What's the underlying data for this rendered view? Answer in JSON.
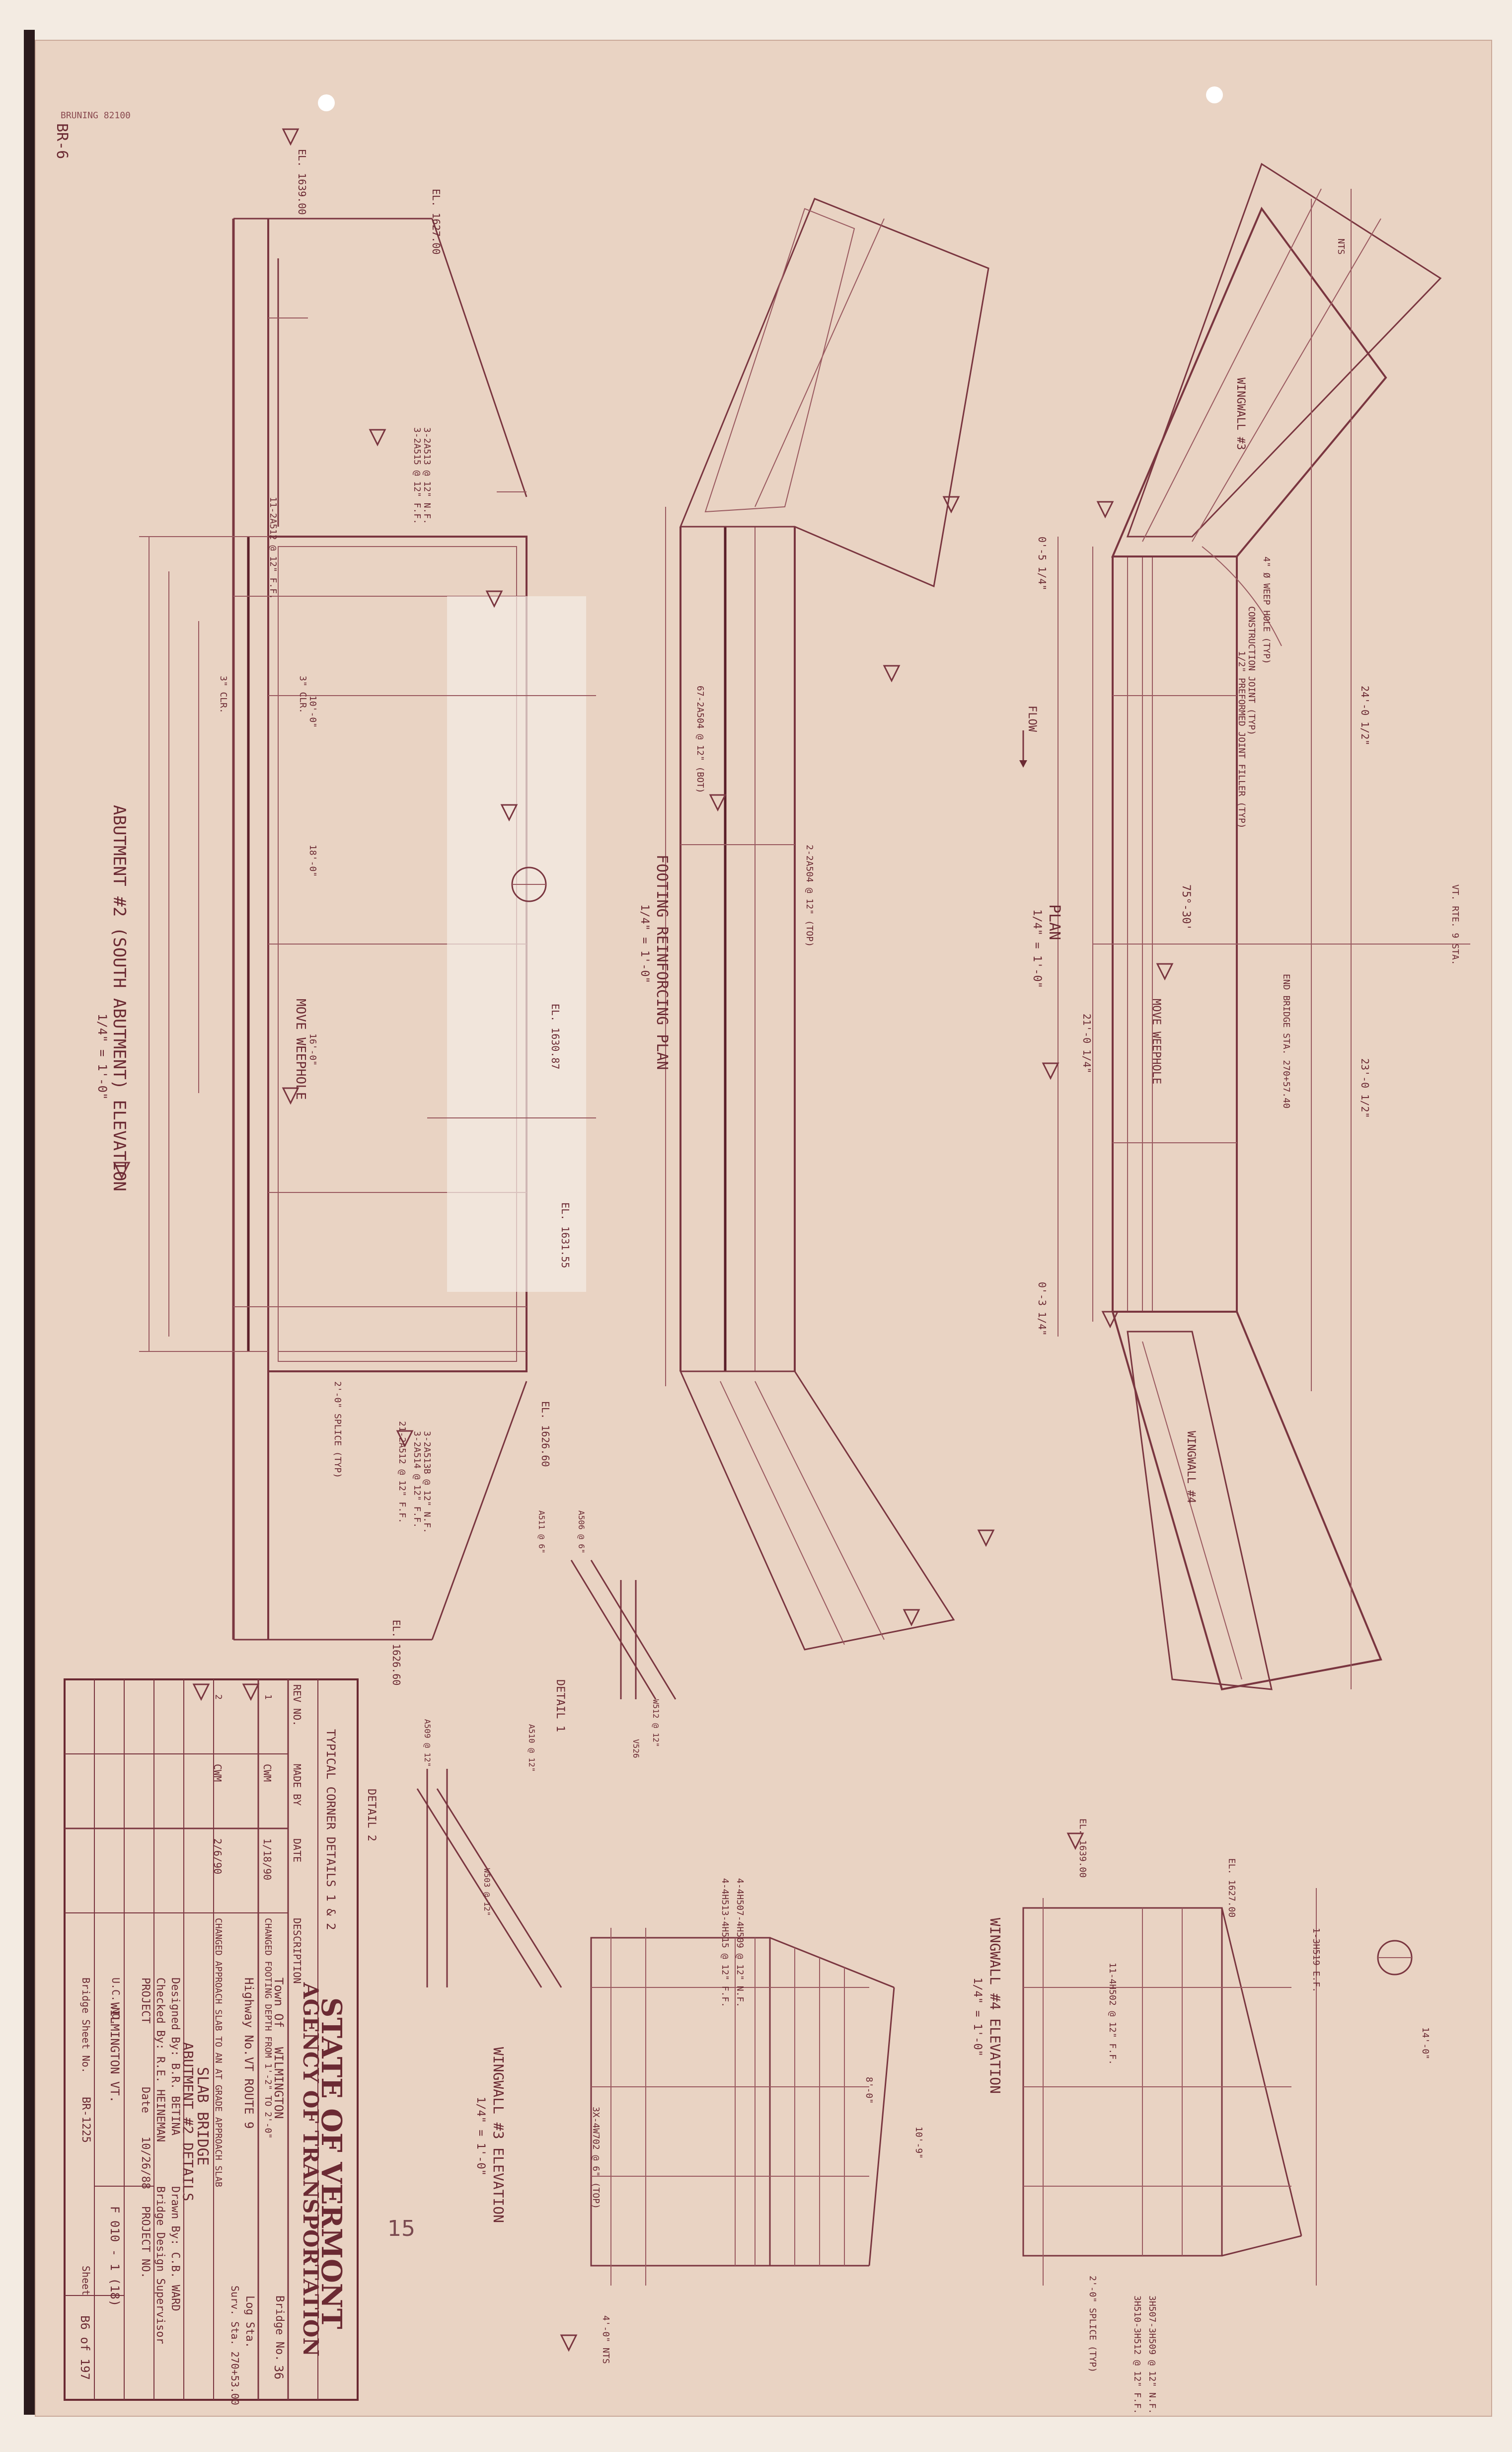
{
  "sheet_tag": "BR-6",
  "bruning_mark": "BRUNING 82100",
  "page_mark": "15",
  "title_block": {
    "state": "STATE OF VERMONT",
    "agency": "AGENCY OF TRANSPORTATION",
    "town_label": "Town Of",
    "town": "WILMINGTON",
    "bridge_no_label": "Bridge No.",
    "bridge_no": "36",
    "highway_label": "Highway No.",
    "highway": "VT ROUTE 9",
    "log_sta_label": "Log Sta.",
    "surv_sta": "Surv. Sta. 270+53.00",
    "structure": "SLAB BRIDGE",
    "sheet_title": "ABUTMENT #2 DETAILS",
    "designed_by": "Designed By: B.R. BETINA",
    "drawn_by": "Drawn By: C.B. WARD",
    "checked_by": "Checked By: R.E. HEINEMAN",
    "bridge_design_supervisor": "Bridge Design Supervisor",
    "date_label": "Date",
    "date": "10/26/88",
    "project_label": "PROJECT",
    "project": "WILMINGTON VT.",
    "project_no_label": "PROJECT NO.",
    "project_no": "F 010 - 1 (18)",
    "uc_label": "U.C. NO.",
    "bridge_sheet_label": "Bridge Sheet No.",
    "bridge_sheet": "BR-1225",
    "sheet_label": "Sheet",
    "sheet_no": "B6 of 197"
  },
  "revisions": {
    "headers": [
      "REV NO.",
      "MADE BY",
      "DATE",
      "DESCRIPTION"
    ],
    "rows": [
      {
        "rev": "1",
        "by": "CWM",
        "date": "1/18/90",
        "desc": "CHANGED FOOTING DEPTH FROM 1'-2\" TO 2'-0\""
      },
      {
        "rev": "2",
        "by": "CWM",
        "date": "2/6/90",
        "desc": "CHANGED APPROACH SLAB TO AN AT GRADE APPROACH SLAB"
      }
    ]
  },
  "views": {
    "elevation": "ABUTMENT #2 (SOUTH ABUTMENT) ELEVATION",
    "elevation_scale": "1/4\" = 1'-0\"",
    "footing": "FOOTING REINFORCING PLAN",
    "footing_scale": "1/4\" = 1'-0\"",
    "plan": "PLAN",
    "plan_scale": "1/4\" = 1'-0\"",
    "wingwall3": "WINGWALL #3 ELEVATION",
    "wingwall3_scale": "1/4\" = 1'-0\"",
    "wingwall4": "WINGWALL #4 ELEVATION",
    "wingwall4_scale": "1/4\" = 1'-0\"",
    "corner": "TYPICAL CORNER DETAILS 1 & 2",
    "detail1": "DETAIL 1",
    "detail2": "DETAIL 2",
    "wingwall_a": "WINGWALL #3",
    "wingwall_b": "WINGWALL #4"
  },
  "annotations": {
    "el_top_left": "EL. 1639.00",
    "el_1627": "EL. 1627.00",
    "el_1630": "EL. 1630.87",
    "el_1631": "EL. 1631.55",
    "el_1626": "EL. 1626.60",
    "el_bot": "EL. 1626.60",
    "bars_1": "3-2A513 @ 12\" N.F.",
    "bars_2": "3-2A515 @ 12\" F.F.",
    "bars_3": "3-2A513B @ 12\" N.F.",
    "bars_4": "3-2A514 @ 12\" F.F.",
    "bars_5": "11-2A512 @ 12\" F.F.",
    "bars_6": "21-2A512 @ 12\" F.F.",
    "splice": "2'-0\" SPLICE (TYP)",
    "weephole": "MOVE WEEPHOLE",
    "weephole_plan": "MOVE WEEPHOLE",
    "clr_3": "3\" CLR.",
    "clr_3b": "3\" CLR.",
    "dim_18": "18'-0\"",
    "dim_16": "16'-0\"",
    "dim_10": "10'-0\"",
    "flow": "FLOW",
    "joint": "CONSTRUCTION JOINT (TYP)",
    "weep_typ": "4\" Ø WEEP HOLE (TYP)",
    "wingwall_lbl": "WINGWALL #3",
    "skew": "75°-30'",
    "center": "END BRIDGE STA. 270+57.40",
    "dim_24": "24'-0 1/2\"",
    "dim_23": "23'-0 1/2\"",
    "dim_21": "21'-0 1/4\"",
    "dim_o5": "0'-5 1/4\"",
    "dim_o3": "0'-3 1/4\"",
    "nts": "NTS",
    "fill_joint": "1/2\" PREFORMED JOINT FILLER (TYP)",
    "rt9": "VT. RTE. 9 STA.",
    "footing_bars": "2-2A504 @ 12\" (TOP)",
    "footing_bars2": "67-2A504 @ 12\" (BOT)",
    "ww_bars": "11-4H502 @ 12\" F.F.",
    "ww_bars2": "1-3H519 E.F.",
    "ww_bars3": "3H507-3H509 @ 12\" N.F.",
    "ww_bars4": "3H510-3H512 @ 12\" F.F.",
    "ww_splice": "2'-0\" SPLICE (TYP)",
    "ww3_top": "4-4H507-4H509 @ 12\" N.F.",
    "ww3_top2": "4-4H513-4H515 @ 12\" F.F.",
    "ww3_bot": "3X-4W702 @ 6\" (TOP)",
    "nts_b": "4'-0\" NTS",
    "dim_b1": "10'-9\"",
    "dim_b2": "8'-0\"",
    "dim_b3": "14'-0\"",
    "el_ww": "EL. 1627.00",
    "el_ww2": "EL. 1639.00",
    "cdet1": "A506 @ 6\"",
    "cdet2": "A511 @ 6\"",
    "cdet3": "A510 @ 12\"",
    "cdet4": "A509 @ 12\"",
    "cdet5": "W512 @ 12\"",
    "cdet6": "V526",
    "cdet7": "W503 @ 12\""
  },
  "colors": {
    "paper": "#e9d3c3",
    "ink": "#6b2a33",
    "binding": "#2a1a1c"
  }
}
